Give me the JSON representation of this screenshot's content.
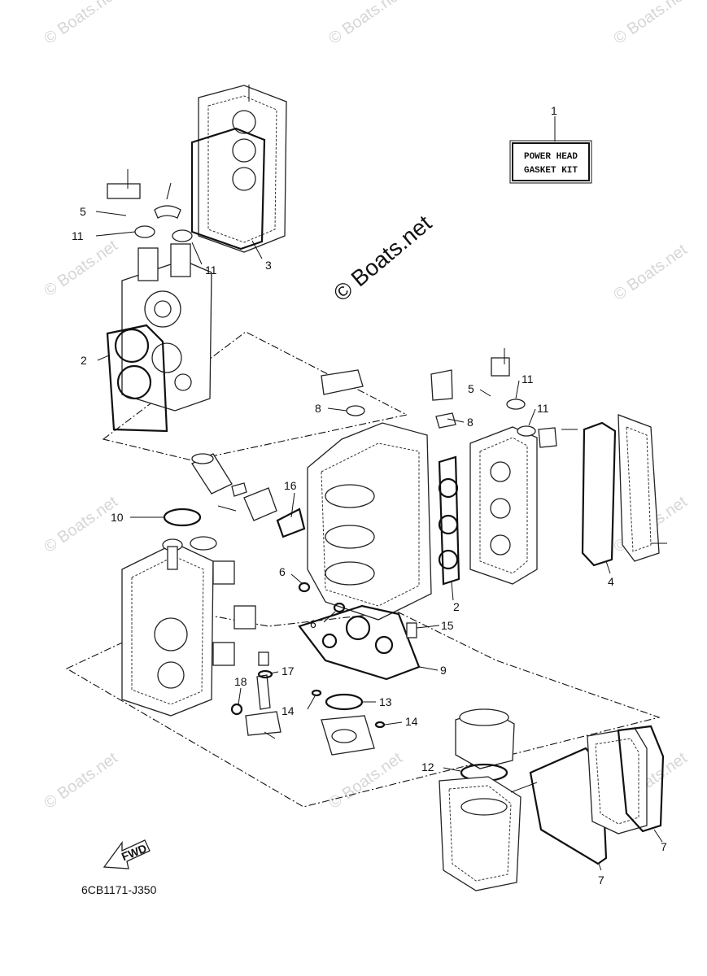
{
  "watermark": {
    "small": "© Boats.net",
    "big": "© Boats.net"
  },
  "kit_label": {
    "line1": "POWER HEAD",
    "line2": "GASKET KIT"
  },
  "fwd_label": "FWD",
  "diagram_code": "6CB1171-J350",
  "callouts": {
    "c1": "1",
    "c2a": "2",
    "c2b": "2",
    "c3": "3",
    "c4": "4",
    "c5a": "5",
    "c5b": "5",
    "c6a": "6",
    "c6b": "6",
    "c7a": "7",
    "c7b": "7",
    "c8a": "8",
    "c8b": "8",
    "c9": "9",
    "c10": "10",
    "c11a": "11",
    "c11b": "11",
    "c11c": "11",
    "c11d": "11",
    "c12": "12",
    "c13": "13",
    "c14a": "14",
    "c14b": "14",
    "c15": "15",
    "c16": "16",
    "c17": "17",
    "c18": "18"
  }
}
